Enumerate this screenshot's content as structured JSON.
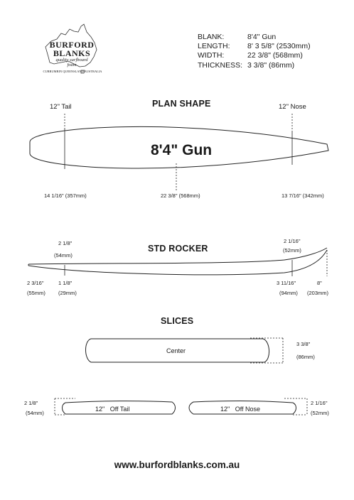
{
  "logo": {
    "line1": "BURFORD",
    "line2": "BLANKS",
    "tagline1": "quality surfboard",
    "tagline2": "foam",
    "location": "CURRUMBIN QUEENSLAND AUSTRALIA"
  },
  "specs": [
    {
      "label": "BLANK:",
      "value": "8'4\" Gun"
    },
    {
      "label": "LENGTH:",
      "value": "8' 3 5/8\" (2530mm)"
    },
    {
      "label": "WIDTH:",
      "value": "22 3/8\" (568mm)"
    },
    {
      "label": "THICKNESS:",
      "value": "3 3/8\" (86mm)"
    }
  ],
  "plan": {
    "heading": "PLAN SHAPE",
    "tail_marker": "12\" Tail",
    "nose_marker": "12\" Nose",
    "center_label": "8'4\" Gun",
    "tail_width": "14 1/16\" (357mm)",
    "center_width": "22 3/8\" (568mm)",
    "nose_width": "13 7/16\" (342mm)"
  },
  "rocker": {
    "heading": "STD ROCKER",
    "top_left": "2 1/8\"",
    "top_left_mm": "(54mm)",
    "top_right": "2 1/16\"",
    "top_right_mm": "(52mm)",
    "b1": "2 3/16\"",
    "b1_mm": "(55mm)",
    "b2": "1 1/8\"",
    "b2_mm": "(29mm)",
    "b3": "3 11/16\"",
    "b3_mm": "(94mm)",
    "b4": "8\"",
    "b4_mm": "(203mm)"
  },
  "slices": {
    "heading": "SLICES",
    "center_label": "Center",
    "center_thick": "3 3/8\"",
    "center_thick_mm": "(86mm)",
    "tail_label": "12\"   Off Tail",
    "nose_label": "12\"   Off Nose",
    "tail_thick": "2 1/8\"",
    "tail_thick_mm": "(54mm)",
    "nose_thick": "2 1/16\"",
    "nose_thick_mm": "(52mm)"
  },
  "footer": "www.burfordblanks.com.au"
}
